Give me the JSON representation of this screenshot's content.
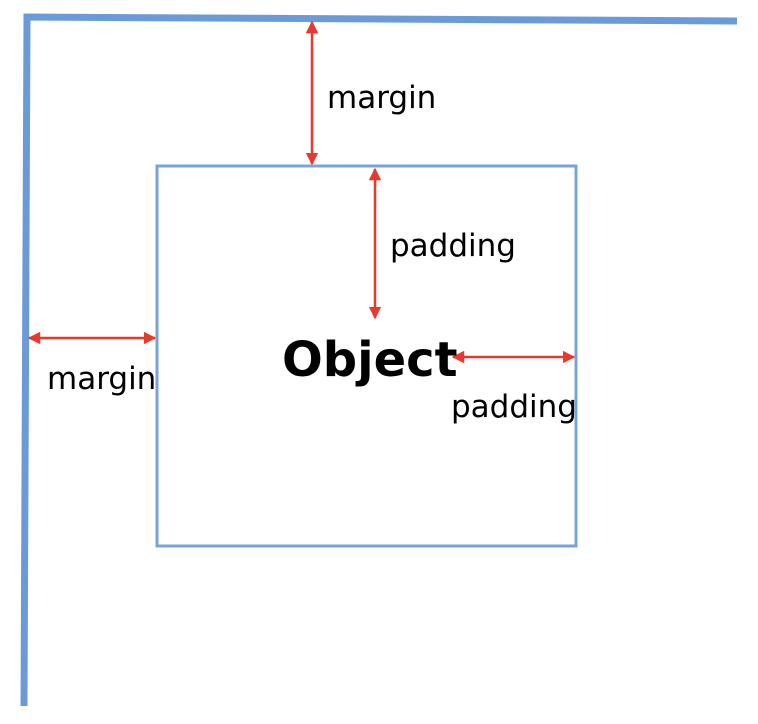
{
  "labels": {
    "object": "Object",
    "margin_top": "margin",
    "margin_left": "margin",
    "padding_top": "padding",
    "padding_right": "padding"
  },
  "colors": {
    "container_border": "#6a9bd8",
    "object_border": "#7aa4d8",
    "arrow": "#e8392e",
    "text": "#000000"
  }
}
